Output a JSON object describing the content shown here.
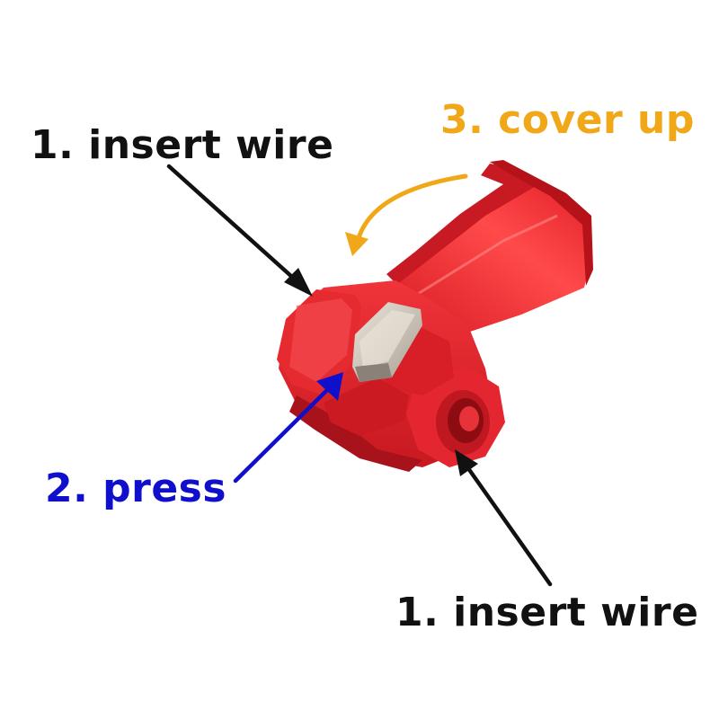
{
  "labels": {
    "insert_wire_top": "1. insert wire",
    "press": "2. press",
    "cover_up": "3. cover up",
    "insert_wire_bottom": "1. insert wire"
  },
  "colors": {
    "insert_wire": "#111111",
    "press": "#1010cc",
    "cover_up": "#f0a818",
    "connector_body": "#e8242a",
    "connector_shadow": "#a8121a",
    "connector_highlight": "#ff6a6a",
    "metal_blade": "#c9c2b8"
  },
  "icons": {
    "connector": "red-wire-tap-connector-icon"
  }
}
